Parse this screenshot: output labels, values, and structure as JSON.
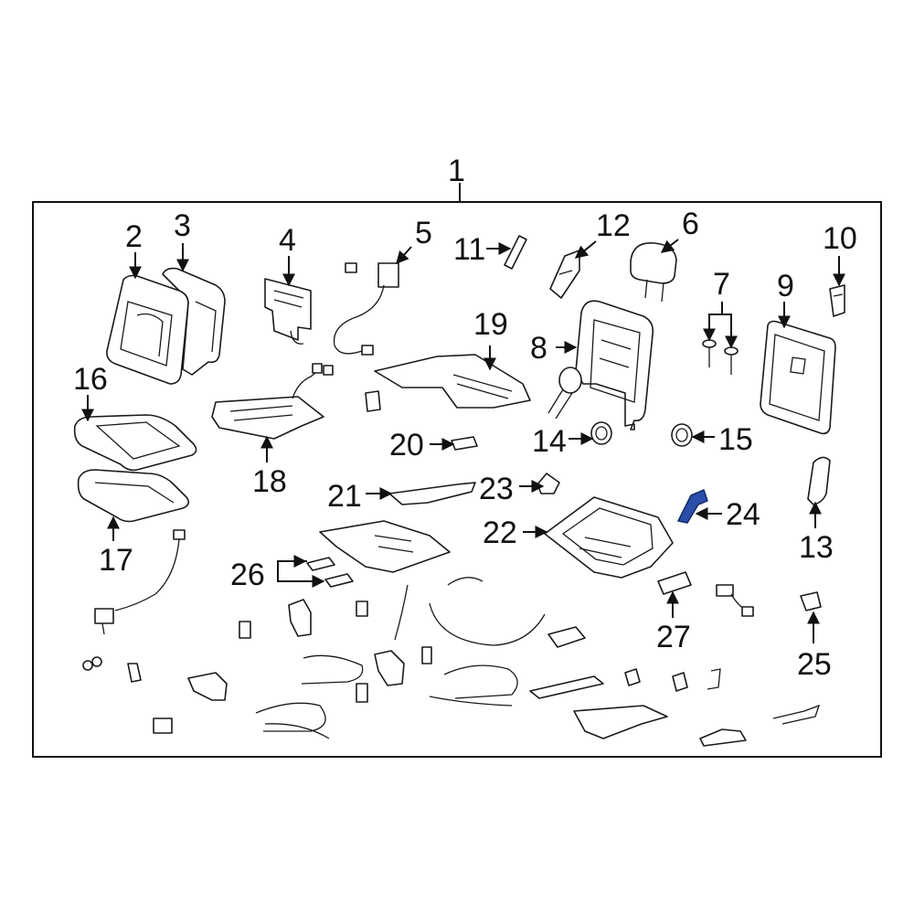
{
  "diagram": {
    "highlight_color": "#2b4fa8",
    "callouts": {
      "c1": "1",
      "c2": "2",
      "c3": "3",
      "c4": "4",
      "c5": "5",
      "c6": "6",
      "c7": "7",
      "c8": "8",
      "c9": "9",
      "c10": "10",
      "c11": "11",
      "c12": "12",
      "c13": "13",
      "c14": "14",
      "c15": "15",
      "c16": "16",
      "c17": "17",
      "c18": "18",
      "c19": "19",
      "c20": "20",
      "c21": "21",
      "c22": "22",
      "c23": "23",
      "c24": "24",
      "c25": "25",
      "c26": "26",
      "c27": "27"
    }
  }
}
